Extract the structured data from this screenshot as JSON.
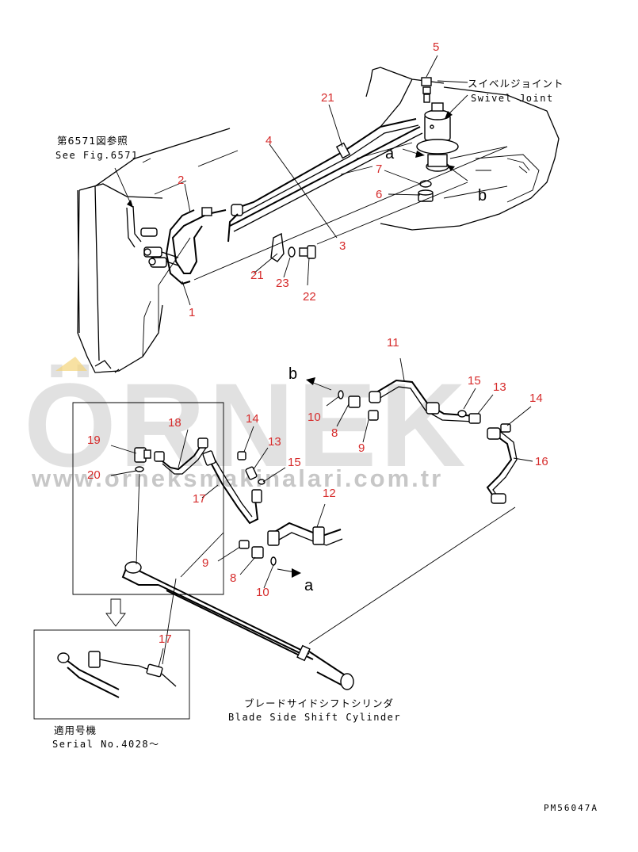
{
  "watermark": {
    "brand": "ÖRNEK",
    "url": "www.orneksmakinalari.com.tr",
    "color": "#bdbdbd"
  },
  "annotations": {
    "swivel_jp": "スイベルジョイント",
    "swivel_en": "Swivel Joint",
    "fig_jp": "第6571図参照",
    "fig_en": "See Fig.6571",
    "cylinder_jp": "ブレードサイドシフトシリンダ",
    "cylinder_en": "Blade Side Shift Cylinder",
    "serial_jp": "適用号機",
    "serial_en": "Serial No.4028～",
    "ref_code": "PM56047A"
  },
  "letters": {
    "a": "a",
    "b": "b"
  },
  "part_numbers": {
    "n1": "1",
    "n2": "2",
    "n3": "3",
    "n4": "4",
    "n5": "5",
    "n6": "6",
    "n7": "7",
    "n8_upper": "8",
    "n8_lower": "8",
    "n9_upper": "9",
    "n9_lower": "9",
    "n10_upper": "10",
    "n10_lower": "10",
    "n11": "11",
    "n12": "12",
    "n13_left": "13",
    "n13_right": "13",
    "n14_left": "14",
    "n14_right": "14",
    "n15_left": "15",
    "n15_right": "15",
    "n16": "16",
    "n17_main": "17",
    "n17_inset": "17",
    "n18": "18",
    "n19": "19",
    "n20": "20",
    "n21_upper": "21",
    "n21_lower": "21",
    "n22": "22",
    "n23": "23"
  },
  "colors": {
    "part_number": "#d62b2b",
    "line": "#000000"
  }
}
